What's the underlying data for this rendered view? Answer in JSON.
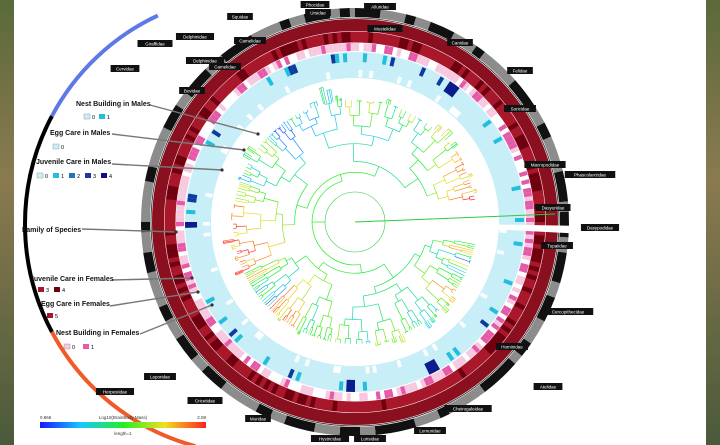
{
  "legend": {
    "nest_males": {
      "title": "Nest Building in Males",
      "levels": [
        "0",
        "1"
      ],
      "colors": [
        "#c8eef8",
        "#22bedc"
      ]
    },
    "egg_males": {
      "title": "Egg Care in Males",
      "levels": [
        "0"
      ],
      "colors": [
        "#c8eef8"
      ]
    },
    "juv_males": {
      "title": "Juvenile Care in Males",
      "levels": [
        "0",
        "1",
        "2",
        "3",
        "4"
      ],
      "colors": [
        "#c8eef8",
        "#22bedc",
        "#1f78b4",
        "#2433a0",
        "#0c0c8c"
      ]
    },
    "family": {
      "title": "Family of Species"
    },
    "juv_females": {
      "title": "Juvenile Care in Females",
      "levels": [
        "3",
        "4"
      ],
      "colors": [
        "#a8182a",
        "#6e0010"
      ]
    },
    "egg_females": {
      "title": "Egg Care in Females",
      "levels": [
        "5"
      ],
      "colors": [
        "#a8182a"
      ]
    },
    "nest_females": {
      "title": "Nest Building in Females",
      "levels": [
        "0",
        "1"
      ],
      "colors": [
        "#f8c8e0",
        "#e45aa8"
      ]
    }
  },
  "arc_colors": {
    "males": "#5f78e8",
    "females": "#f05a28",
    "family": "#000000"
  },
  "colorbar": {
    "min": "0.866",
    "max": "2.08",
    "title": "Log10(BrainBody Mass)",
    "unit": "length=1"
  },
  "families": [
    {
      "name": "Ursidae"
    },
    {
      "name": "Ailuridae"
    },
    {
      "name": "Mustelidae"
    },
    {
      "name": "Squidae"
    },
    {
      "name": "Canidae"
    },
    {
      "name": "Felidae"
    },
    {
      "name": "Soricidae"
    },
    {
      "name": "Macropodidae"
    },
    {
      "name": "Phascolarctidae"
    },
    {
      "name": "Dasyuridae"
    },
    {
      "name": "Dasypodidae"
    },
    {
      "name": "Tupaiidae"
    },
    {
      "name": "Cercopithecidae"
    },
    {
      "name": "Hominidae"
    },
    {
      "name": "Atelidae"
    },
    {
      "name": "Cheirogaleidae"
    },
    {
      "name": "Lemuridae"
    },
    {
      "name": "Lorisidae"
    },
    {
      "name": "Hystricidae"
    },
    {
      "name": "Muridae"
    },
    {
      "name": "Cricetidae"
    },
    {
      "name": "Leporidae"
    },
    {
      "name": "Herpestidae"
    },
    {
      "name": "Bovidae"
    },
    {
      "name": "Camelidae"
    },
    {
      "name": "Giraffidae"
    },
    {
      "name": "Delphinidae"
    },
    {
      "name": "Cervidae"
    },
    {
      "name": "Camelidae"
    },
    {
      "name": "Delphinidae"
    },
    {
      "name": "Phocidae"
    }
  ]
}
